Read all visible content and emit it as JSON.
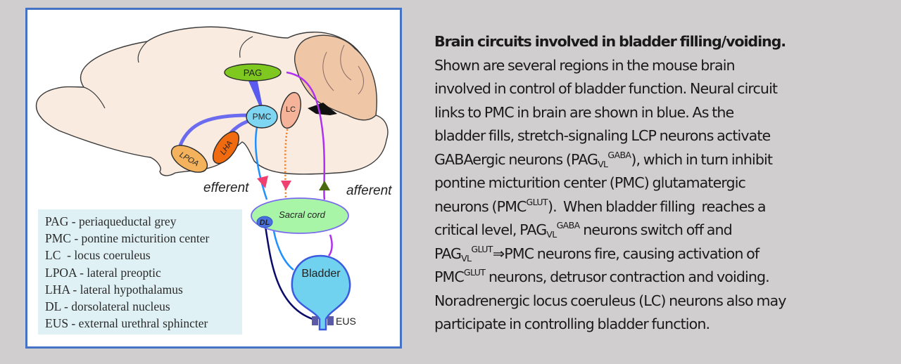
{
  "figure": {
    "regions": {
      "pag": "PAG",
      "pmc": "PMC",
      "lc": "LC",
      "lpoa": "LPOA",
      "lha": "LHA",
      "sacral_cord": "Sacral cord",
      "dl": "DL",
      "bladder": "Bladder",
      "eus": "EUS"
    },
    "pathway_labels": {
      "efferent": "efferent",
      "afferent": "afferent"
    },
    "legend": [
      "PAG - periaqueductal grey",
      "PMC - pontine micturition center",
      "LC  - locus coeruleus",
      "LPOA - lateral preoptic",
      "LHA - lateral hypothalamus",
      "DL - dorsolateral nucleus",
      "EUS - external urethral sphincter"
    ],
    "colors": {
      "frame_border": "#4472c4",
      "brain_fill": "#f9ebe0",
      "cerebellum_fill": "#efc6a6",
      "pag_fill": "#7ec820",
      "pmc_fill": "#7fd6f3",
      "lc_fill": "#f5b49a",
      "lpoa_fill": "#f4b25c",
      "lha_fill": "#f06a10",
      "sacral_fill": "#a8f5a8",
      "bladder_fill": "#70d2ee",
      "brain_links": "#6b6bf0",
      "efferent_line": "#1e90ff",
      "afferent_line": "#b030f0",
      "lc_dotted": "#f07820",
      "dl_line": "#0a0a6a",
      "efferent_arrow": "#f04070",
      "afferent_arrow": "#4a6a10"
    }
  },
  "caption": {
    "title": "Brain circuits involved in bladder filling/voiding.",
    "lines": [
      "Shown are several regions in the mouse brain",
      "involved in control of bladder function. Neural circuit",
      "links to PMC in brain are shown in blue. As the",
      "bladder fills, stretch-signaling LCP neurons activate"
    ],
    "line5": {
      "a": "GABAergic neurons (PAG",
      "sub": "VL",
      "sup": "GABA",
      "b": "), which in turn inhibit"
    },
    "line6": "pontine micturition center (PMC) glutamatergic",
    "line7": {
      "a": "neurons (PMC",
      "sup": "GLUT",
      "b": ").  When bladder filling  reaches a"
    },
    "line8": {
      "a": "critical level, PAG",
      "sub": "VL",
      "sup": "GABA",
      "b": " neurons switch off and"
    },
    "line9": {
      "a": "PAG",
      "sub": "VL",
      "sup": "GLUT",
      "arrow": "⇒",
      "b": "PMC neurons fire, causing activation of"
    },
    "line10": {
      "a": "PMC",
      "sup": "GLUT",
      "b": " neurons, detrusor contraction and voiding."
    },
    "line11": "Noradrenergic locus coeruleus (LC) neurons also may",
    "line12": "participate in controlling bladder function."
  }
}
